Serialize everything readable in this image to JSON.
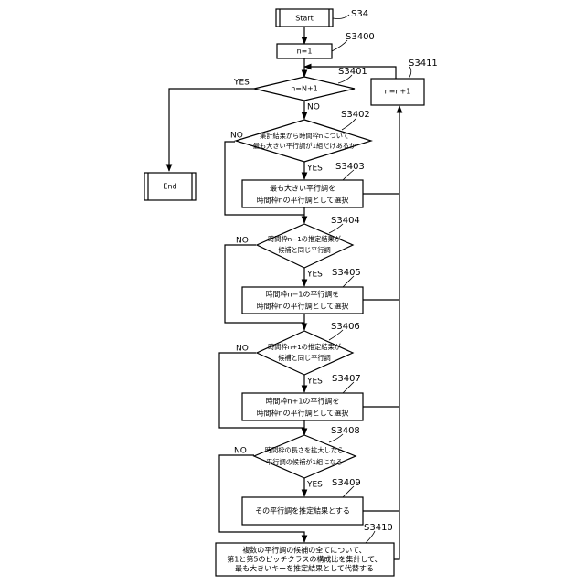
{
  "steps": {
    "start": {
      "id": "S34",
      "text": "Start"
    },
    "s3400": {
      "id": "S3400",
      "text": "n=1"
    },
    "s3401": {
      "id": "S3401",
      "text": "n=N+1"
    },
    "s3411": {
      "id": "S3411",
      "text": "n=n+1"
    },
    "end": {
      "text": "End"
    },
    "s3402": {
      "id": "S3402",
      "line1": "集計結果から時間枠nについて",
      "line2": "最も大きい平行調が1組だけあるか"
    },
    "s3403": {
      "id": "S3403",
      "line1": "最も大きい平行調を",
      "line2": "時間枠nの平行調として選択"
    },
    "s3404": {
      "id": "S3404",
      "line1": "時間枠n−1の推定結果が",
      "line2": "候補と同じ平行調"
    },
    "s3405": {
      "id": "S3405",
      "line1": "時間枠n−1の平行調を",
      "line2": "時間枠nの平行調として選択"
    },
    "s3406": {
      "id": "S3406",
      "line1": "時間枠n+1の推定結果が",
      "line2": "候補と同じ平行調"
    },
    "s3407": {
      "id": "S3407",
      "line1": "時間枠n+1の平行調を",
      "line2": "時間枠nの平行調として選択"
    },
    "s3408": {
      "id": "S3408",
      "line1": "時間枠の長さを拡大したら",
      "line2": "平行調の候補が1組になる"
    },
    "s3409": {
      "id": "S3409",
      "text": "その平行調を推定結果とする"
    },
    "s3410": {
      "id": "S3410",
      "line1": "複数の平行調の候補の全てについて、",
      "line2": "第1と第5のピッチクラスの構成比を集計して、",
      "line3": "最も大きいキーを推定結果として代替する"
    }
  },
  "labels": {
    "yes": "YES",
    "no": "NO"
  }
}
